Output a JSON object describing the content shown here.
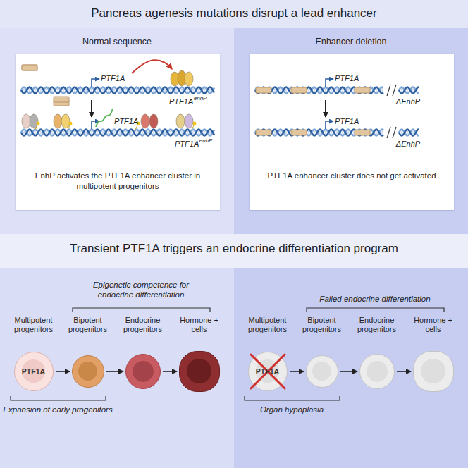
{
  "diagram": {
    "nodes": [
      {
        "text": [
          "Normal sequence"
        ]
      },
      {
        "text": [
          "EnhP activates the PTF1A enhancer cluster in multipotent progenitors"
        ],
        "in": 0
      },
      {
        "text": [
          "Enhancer deletion"
        ]
      },
      {
        "text": [
          "PTF1A enhancer cluster does not get activated"
        ],
        "in": 2
      },
      {
        "text": [
          "Multipotent progenitors",
          "PTF1A"
        ]
      },
      {
        "text": [
          "Bipotent progenitors"
        ]
      },
      {
        "text": [
          "Endocrine progenitors"
        ]
      },
      {
        "text": [
          "Hormone + cells"
        ]
      },
      {
        "text": [
          "Multipotent progenitors",
          "PTF1A"
        ]
      },
      {
        "text": [
          "Bipotent progenitors"
        ]
      },
      {
        "text": [
          "Endocrine progenitors"
        ]
      },
      {
        "text": [
          "Hormone + cells"
        ]
      }
    ],
    "edges": [
      {
        "from": 4,
        "to": 5,
        "arrow": "to"
      },
      {
        "from": 5,
        "to": 6,
        "arrow": "to"
      },
      {
        "from": 6,
        "to": 7,
        "arrow": "to"
      },
      {
        "from": 8,
        "to": 9,
        "arrow": "to"
      },
      {
        "from": 9,
        "to": 10,
        "arrow": "to"
      },
      {
        "from": 10,
        "to": 11,
        "arrow": "to"
      }
    ],
    "labels": [
      "Pancreas agenesis mutations disrupt a lead enhancer",
      "PTF1A",
      "PTF1A",
      "enhP",
      "PTF1A",
      "PTF1A",
      "enhP",
      "PTF1A",
      "ΔEnhP",
      "PTF1A",
      "ΔEnhP",
      "Transient PTF1A triggers an endocrine differentiation program",
      "Epigenetic competence for endocrine differentiation",
      "Expansion of early progenitors",
      "Failed endocrine differentiation",
      "Organ hypoplasia"
    ]
  }
}
